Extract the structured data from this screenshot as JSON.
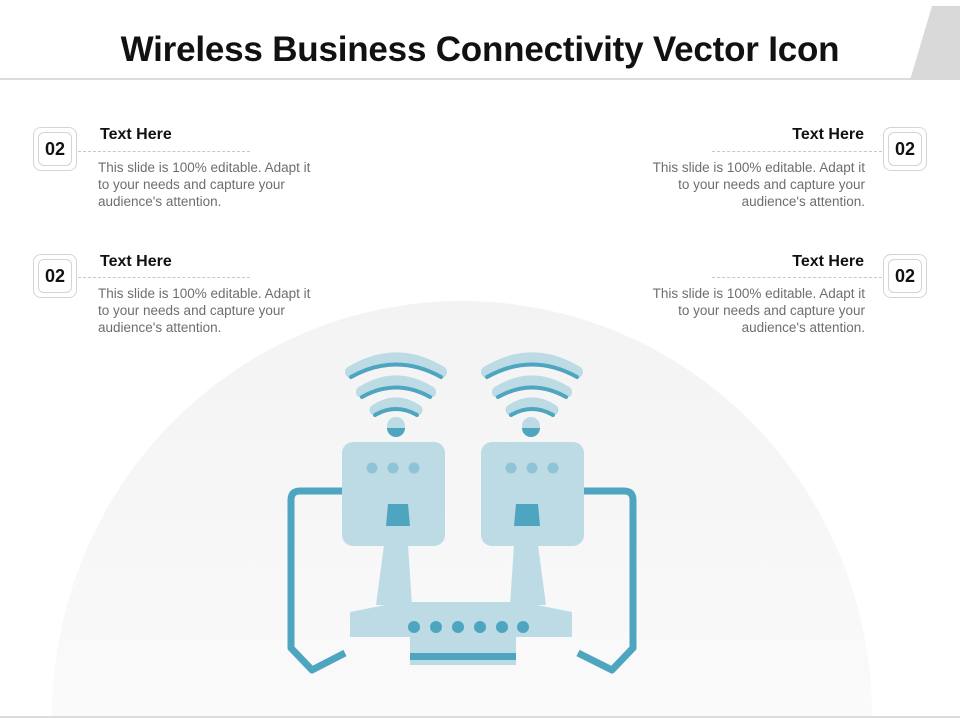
{
  "title": "Wireless Business Connectivity Vector Icon",
  "colors": {
    "accent": "#4ea5c0",
    "light_blue": "#bcdbe5",
    "dome": "#f5f5f5",
    "rule": "#dcdcdc"
  },
  "items": [
    {
      "badge": "02",
      "heading": "Text Here",
      "body": "This slide is 100% editable. Adapt it to your needs and capture your audience's attention."
    },
    {
      "badge": "02",
      "heading": "Text Here",
      "body": "This slide is 100% editable. Adapt it to your needs and capture your audience's attention."
    },
    {
      "badge": "02",
      "heading": "Text Here",
      "body": "This slide is 100% editable. Adapt it to your needs and capture your audience's attention."
    },
    {
      "badge": "02",
      "heading": "Text Here",
      "body": "This slide is 100% editable. Adapt it to your needs and capture your audience's attention."
    }
  ],
  "icon": {
    "name": "wireless-routers-icon",
    "parts": [
      "wifi-signal-icon",
      "wifi-signal-icon",
      "access-point-icon",
      "access-point-icon",
      "router-base-icon",
      "cable-icon",
      "cable-icon"
    ]
  }
}
